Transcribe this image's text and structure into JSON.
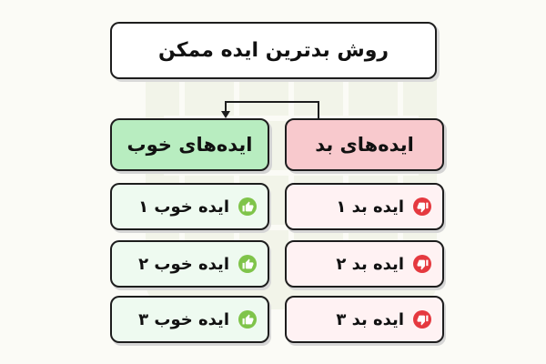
{
  "title": "روش بدترین ایده ممکن",
  "bad": {
    "header": "ایده‌های بد",
    "items": [
      "ایده بد ۱",
      "ایده بد ۲",
      "ایده بد ۳"
    ],
    "icon": "thumbs-down-icon",
    "color": "#e5393f"
  },
  "good": {
    "header": "ایده‌های خوب",
    "items": [
      "ایده خوب ۱",
      "ایده خوب ۲",
      "ایده خوب ۳"
    ],
    "icon": "thumbs-up-icon",
    "color": "#7fc44a"
  },
  "colors": {
    "bad_header_bg": "#f8c9cd",
    "good_header_bg": "#b8edc0",
    "bad_item_bg": "#fff2f3",
    "good_item_bg": "#eefaf0"
  }
}
